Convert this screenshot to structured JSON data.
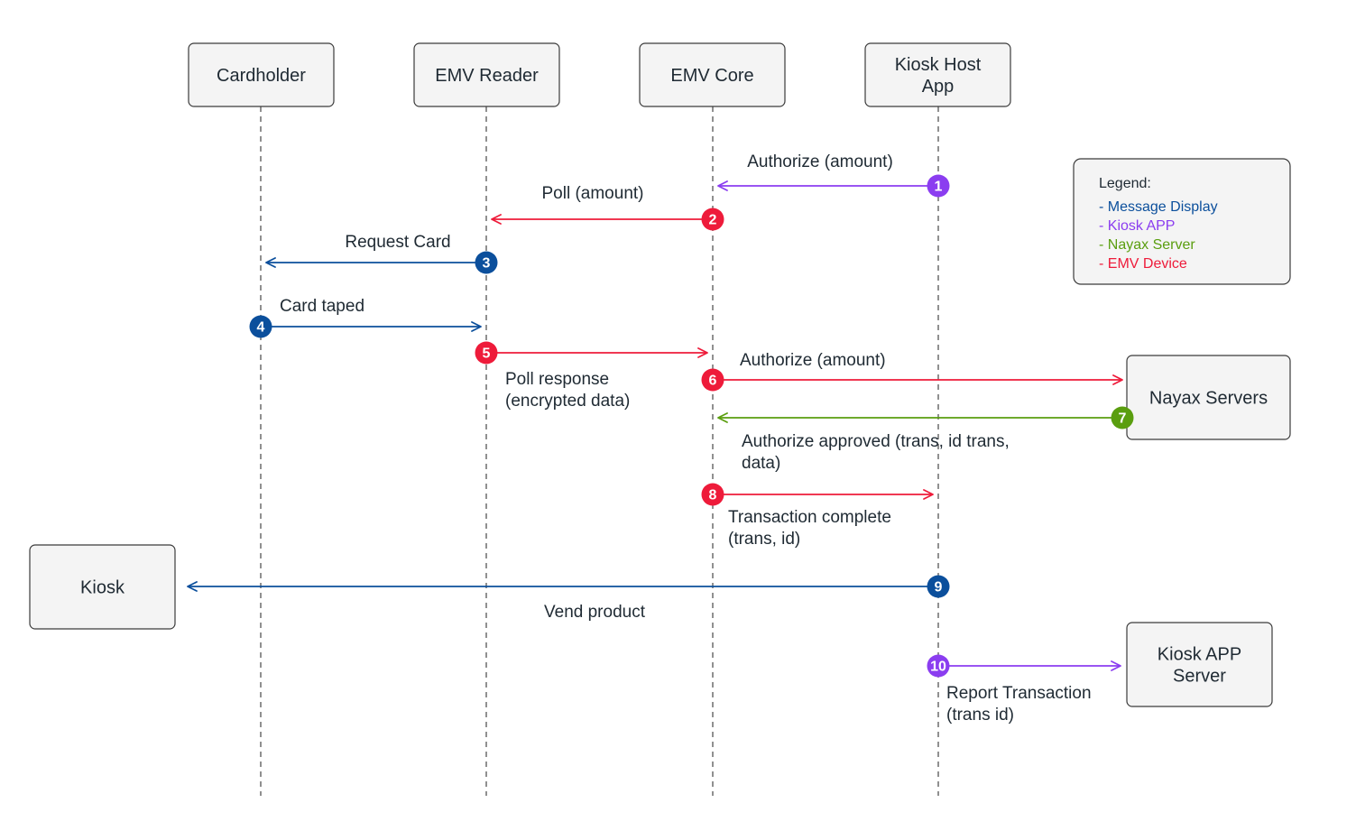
{
  "colors": {
    "message_display": "#0b4f9c",
    "kiosk_app": "#8b3df0",
    "nayax_server": "#5a9e0f",
    "emv_device": "#ee1b3a",
    "box_fill": "#f4f4f4",
    "box_stroke": "#3b3b3b",
    "text": "#1f2a33",
    "lifeline": "#555555"
  },
  "participants": [
    {
      "id": "cardholder",
      "lines": [
        "Cardholder"
      ]
    },
    {
      "id": "emv-reader",
      "lines": [
        "EMV Reader"
      ]
    },
    {
      "id": "emv-core",
      "lines": [
        "EMV Core"
      ]
    },
    {
      "id": "kiosk-host-app",
      "lines": [
        "Kiosk Host",
        "App"
      ]
    }
  ],
  "side_boxes": [
    {
      "id": "nayax-servers",
      "lines": [
        "Nayax Servers"
      ]
    },
    {
      "id": "kiosk",
      "lines": [
        "Kiosk"
      ]
    },
    {
      "id": "kiosk-app-server",
      "lines": [
        "Kiosk APP",
        "Server"
      ]
    }
  ],
  "legend": {
    "title": "Legend:",
    "items": [
      {
        "label": "- Message Display",
        "category": "message_display"
      },
      {
        "label": "- Kiosk APP",
        "category": "kiosk_app"
      },
      {
        "label": "- Nayax Server",
        "category": "nayax_server"
      },
      {
        "label": "- EMV Device",
        "category": "emv_device"
      }
    ]
  },
  "messages": [
    {
      "num": "1",
      "from": "kiosk-host-app",
      "to": "emv-core",
      "category": "kiosk_app",
      "label": [
        "Authorize (amount)"
      ]
    },
    {
      "num": "2",
      "from": "emv-core",
      "to": "emv-reader",
      "category": "emv_device",
      "label": [
        "Poll (amount)"
      ]
    },
    {
      "num": "3",
      "from": "emv-reader",
      "to": "cardholder",
      "category": "message_display",
      "label": [
        "Request Card"
      ]
    },
    {
      "num": "4",
      "from": "cardholder",
      "to": "emv-reader",
      "category": "message_display",
      "label": [
        "Card taped"
      ]
    },
    {
      "num": "5",
      "from": "emv-reader",
      "to": "emv-core",
      "category": "emv_device",
      "label": [
        "Poll response",
        "(encrypted data)"
      ]
    },
    {
      "num": "6",
      "from": "emv-core",
      "to": "nayax-servers",
      "category": "emv_device",
      "label": [
        "Authorize (amount)"
      ]
    },
    {
      "num": "7",
      "from": "nayax-servers",
      "to": "emv-core",
      "category": "nayax_server",
      "label": [
        "Authorize approved (trans, id trans,",
        "data)"
      ]
    },
    {
      "num": "8",
      "from": "emv-core",
      "to": "kiosk-host-app",
      "category": "emv_device",
      "label": [
        "Transaction complete",
        "(trans, id)"
      ]
    },
    {
      "num": "9",
      "from": "kiosk-host-app",
      "to": "kiosk",
      "category": "message_display",
      "label": [
        "Vend product"
      ]
    },
    {
      "num": "10",
      "from": "kiosk-host-app",
      "to": "kiosk-app-server",
      "category": "kiosk_app",
      "label": [
        "Report Transaction",
        "(trans id)"
      ]
    }
  ]
}
